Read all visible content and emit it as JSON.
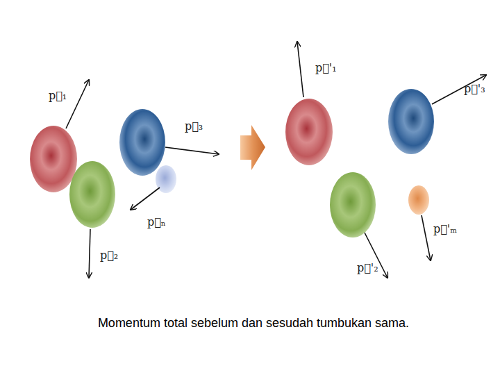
{
  "diagram": {
    "caption": "Momentum total sebelum dan sesudah tumbukan sama.",
    "labels": [
      "p⃗₁",
      "p⃗₃",
      "p⃗ₙ",
      "p⃗₂",
      "p⃗'₁",
      "p⃗'₃",
      "p⃗'₂",
      "p⃗'ₘ"
    ]
  }
}
